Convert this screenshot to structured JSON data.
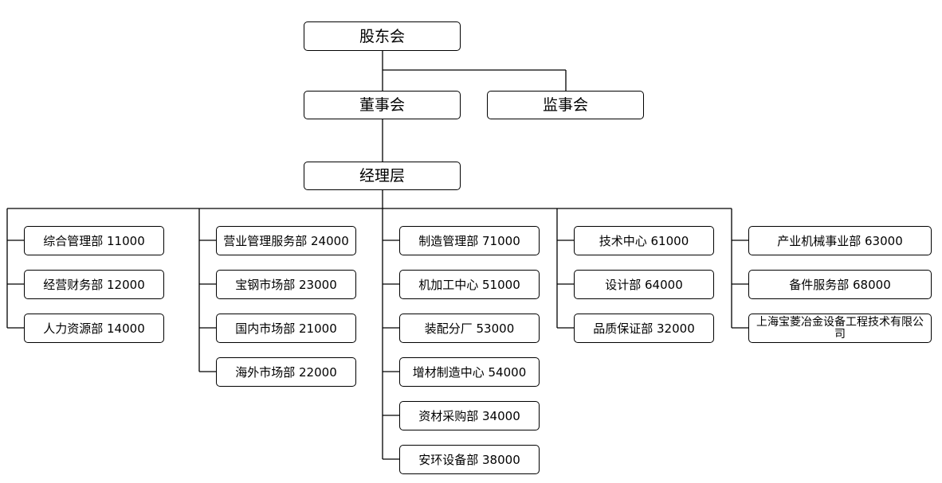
{
  "top": {
    "shareholders": "股东会",
    "board": "董事会",
    "supervisors": "监事会",
    "management": "经理层"
  },
  "columns": [
    [
      "综合管理部 11000",
      "经营财务部 12000",
      "人力资源部 14000"
    ],
    [
      "营业管理服务部 24000",
      "宝钢市场部 23000",
      "国内市场部 21000",
      "海外市场部 22000"
    ],
    [
      "制造管理部 71000",
      "机加工中心 51000",
      "装配分厂 53000",
      "增材制造中心 54000",
      "资材采购部 34000",
      "安环设备部 38000"
    ],
    [
      "技术中心 61000",
      "设计部 64000",
      "品质保证部 32000"
    ],
    [
      "产业机械事业部 63000",
      "备件服务部 68000",
      "上海宝菱冶金设备工程技术有限公司"
    ]
  ]
}
